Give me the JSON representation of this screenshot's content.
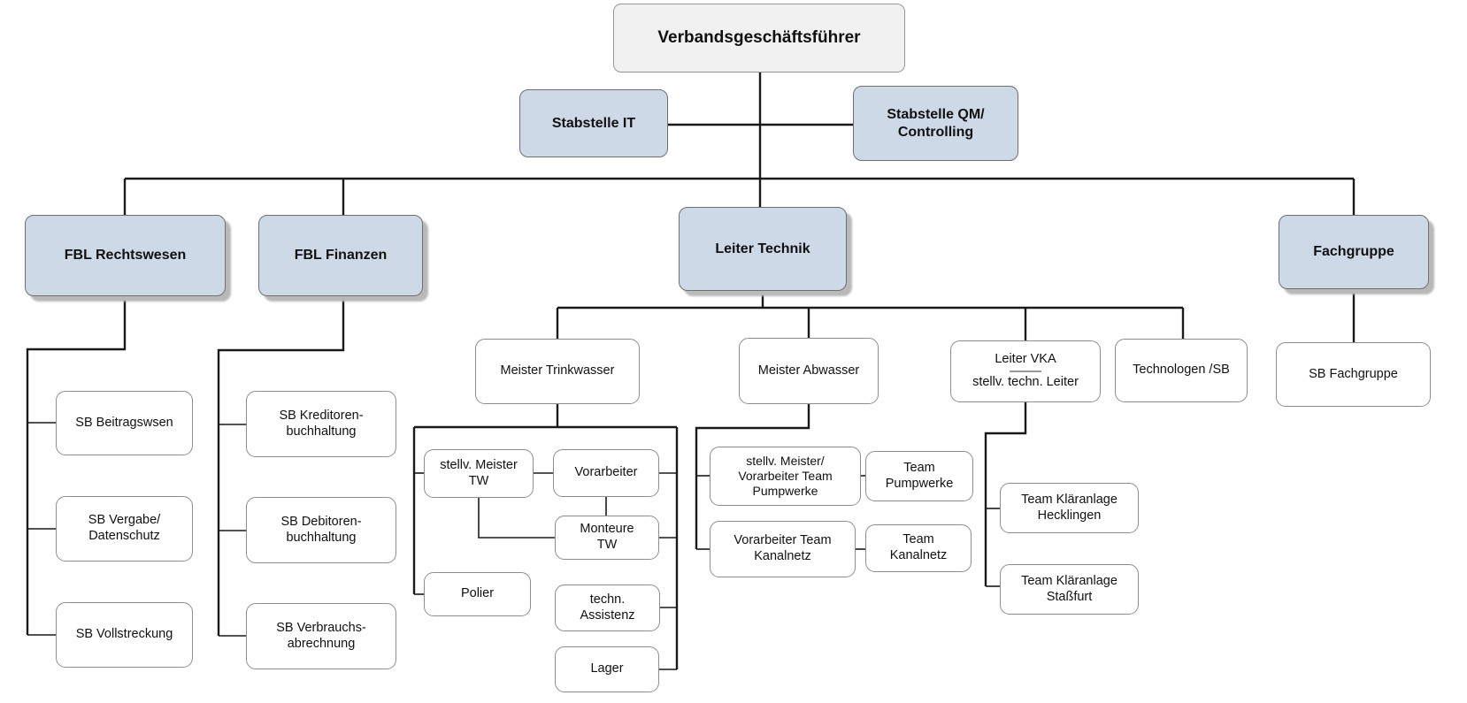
{
  "colors": {
    "box_blue": "#cdd9e7",
    "box_gray": "#f1f1f1",
    "box_white": "#ffffff",
    "box_shadow": "#b9b9b9",
    "line": "#1a1a1a"
  },
  "nodes": {
    "ceo": {
      "label": "Verbandsgeschäftsführer"
    },
    "stabstelle_it": {
      "label": "Stabstelle IT"
    },
    "stabstelle_qm": {
      "label": "Stabstelle QM/\nControlling"
    },
    "fbl_rechtswesen": {
      "label": "FBL Rechtswesen"
    },
    "fbl_finanzen": {
      "label": "FBL Finanzen"
    },
    "leiter_technik": {
      "label": "Leiter Technik"
    },
    "fachgruppe": {
      "label": "Fachgruppe"
    },
    "sb_beitragswsen": {
      "label": "SB Beitragswsen"
    },
    "sb_vergabe": {
      "label": "SB Vergabe/\nDatenschutz"
    },
    "sb_vollstreckung": {
      "label": "SB Vollstreckung"
    },
    "sb_kreditoren": {
      "label": "SB Kreditoren-\nbuchhaltung"
    },
    "sb_debitoren": {
      "label": "SB Debitoren-\nbuchhaltung"
    },
    "sb_verbrauchs": {
      "label": "SB Verbrauchs-\nabrechnung"
    },
    "meister_trinkwasser": {
      "label": "Meister Trinkwasser"
    },
    "stellv_meister_tw": {
      "label": "stellv. Meister\nTW"
    },
    "vorarbeiter": {
      "label": "Vorarbeiter"
    },
    "monteure_tw": {
      "label": "Monteure\nTW"
    },
    "polier": {
      "label": "Polier"
    },
    "techn_assistenz": {
      "label": "techn.\nAssistenz"
    },
    "lager": {
      "label": "Lager"
    },
    "meister_abwasser": {
      "label": "Meister Abwasser"
    },
    "stellv_meister_pumpwerke": {
      "label": "stellv. Meister/\nVorarbeiter Team\nPumpwerke"
    },
    "team_pumpwerke": {
      "label": "Team\nPumpwerke"
    },
    "vorarbeiter_kanalnetz": {
      "label": "Vorarbeiter Team\nKanalnetz"
    },
    "team_kanalnetz": {
      "label": "Team\nKanalnetz"
    },
    "leiter_vka": {
      "label_top": "Leiter VKA",
      "label_bottom": "stellv. techn. Leiter"
    },
    "technologen": {
      "label": "Technologen /SB"
    },
    "team_klaeranlage_hecklingen": {
      "label": "Team Kläranlage\nHecklingen"
    },
    "team_klaeranlage_stassfurt": {
      "label": "Team Kläranlage\nStaßfurt"
    },
    "sb_fachgruppe": {
      "label": "SB Fachgruppe"
    }
  }
}
